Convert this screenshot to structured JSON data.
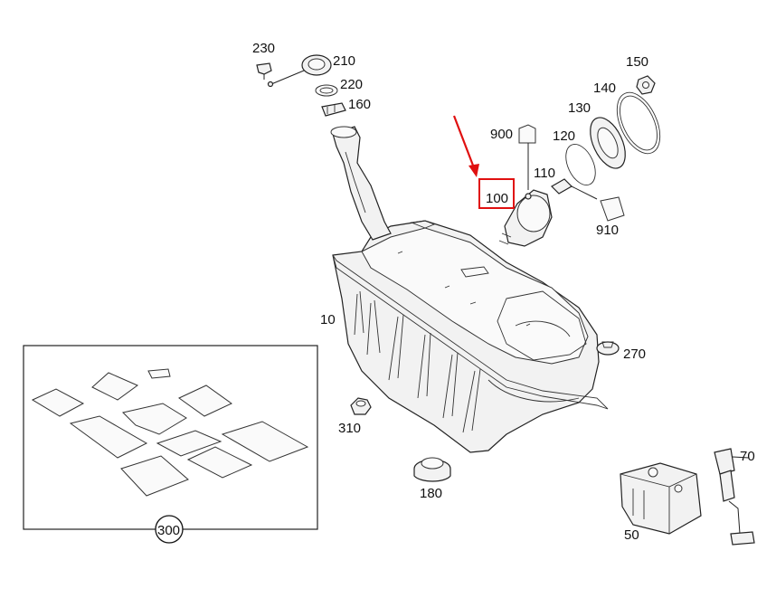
{
  "callouts": {
    "p230": "230",
    "p210": "210",
    "p220": "220",
    "p160": "160",
    "p150": "150",
    "p140": "140",
    "p130": "130",
    "p120": "120",
    "p110": "110",
    "p900": "900",
    "p100": "100",
    "p910": "910",
    "p10": "10",
    "p270": "270",
    "p310": "310",
    "p180": "180",
    "p300": "300",
    "p50": "50",
    "p70": "70"
  },
  "highlight": {
    "target_part": "100",
    "box_color": "#e01010",
    "arrow_color": "#e01010"
  }
}
